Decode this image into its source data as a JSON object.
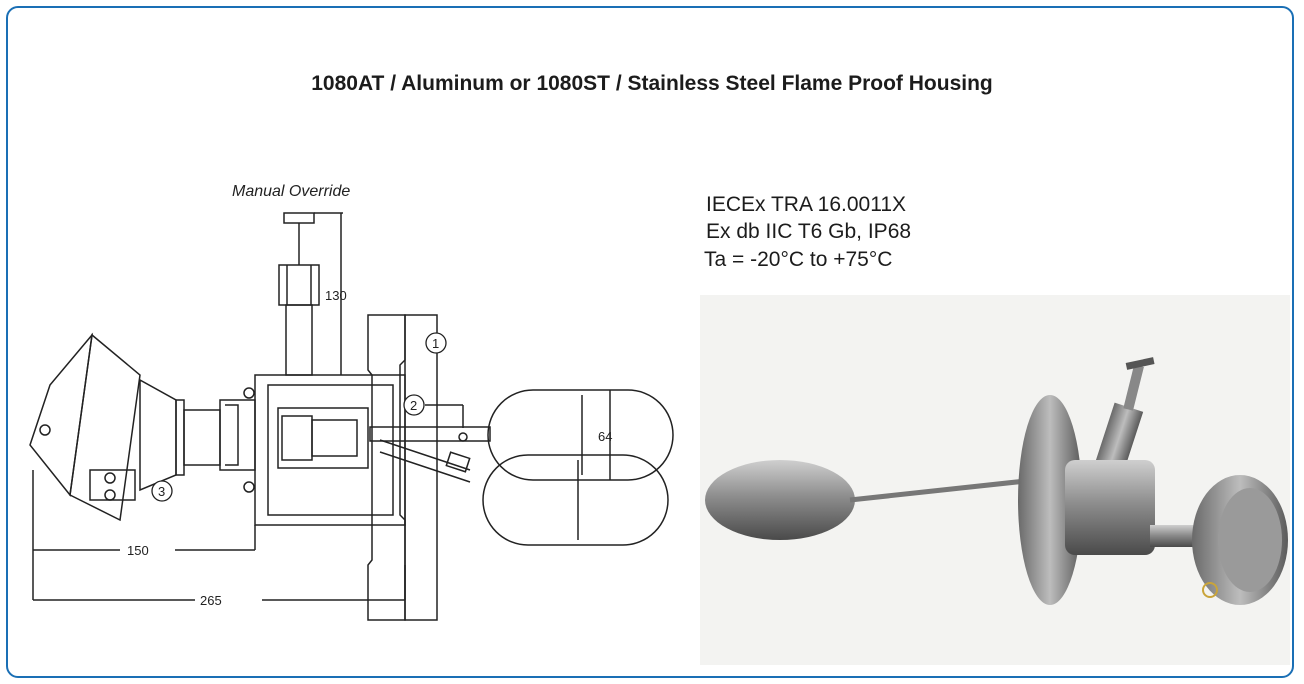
{
  "title": "1080AT / Aluminum or 1080ST / Stainless Steel Flame Proof Housing",
  "drawing": {
    "manual_override_label": "Manual Override",
    "dimensions": {
      "override_height": "130",
      "float_height": "64",
      "housing_length": "150",
      "overall_length": "265"
    },
    "callouts": [
      "1",
      "2",
      "3"
    ]
  },
  "certification": {
    "line1": "IECEx TRA 16.0011X",
    "line2": "Ex db IIC T6 Gb, IP68",
    "line3": "Ta = -20°C to +75°C"
  },
  "colors": {
    "frame_border": "#1a6fb5",
    "line": "#222222"
  }
}
